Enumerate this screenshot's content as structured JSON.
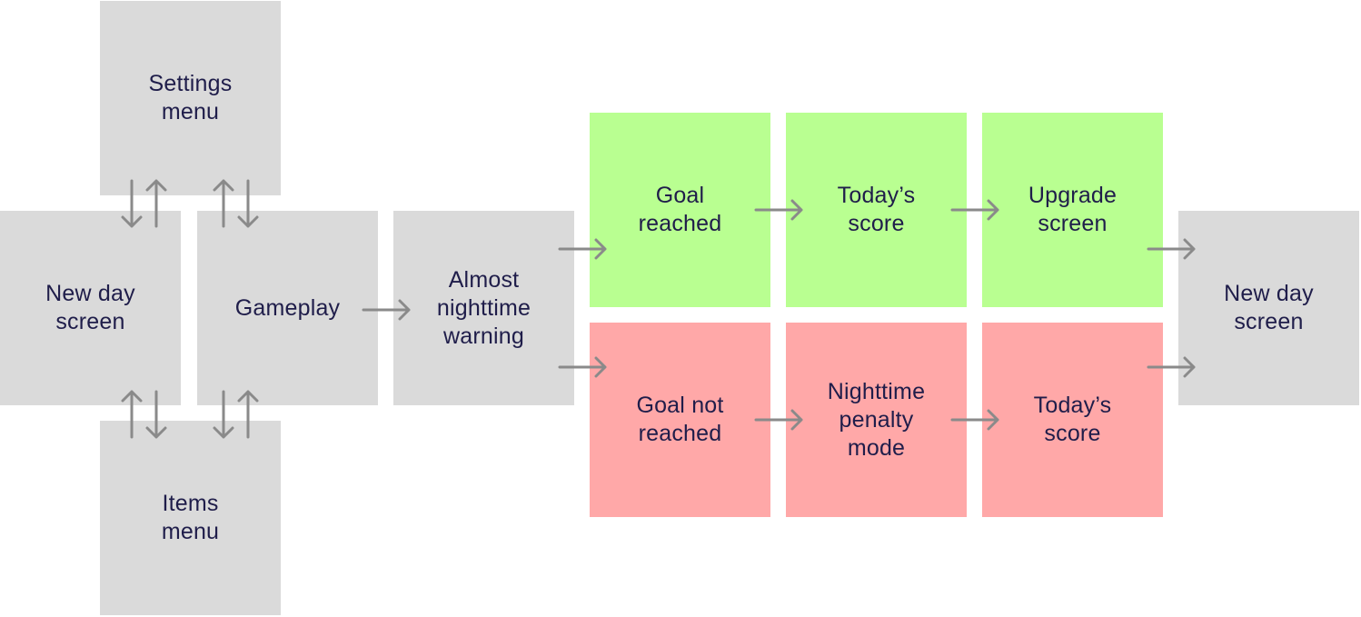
{
  "nodes": {
    "settings_menu": "Settings\nmenu",
    "new_day_screen_start": "New day\nscreen",
    "gameplay": "Gameplay",
    "items_menu": "Items\nmenu",
    "almost_nighttime_warning": "Almost\nnighttime\nwarning",
    "goal_reached": "Goal\nreached",
    "todays_score_success": "Today’s\nscore",
    "upgrade_screen": "Upgrade\nscreen",
    "goal_not_reached": "Goal not\nreached",
    "nighttime_penalty_mode": "Nighttime\npenalty\nmode",
    "todays_score_failure": "Today’s\nscore",
    "new_day_screen_end": "New day\nscreen"
  },
  "colors": {
    "neutral": "#dadada",
    "success": "#b9ff91",
    "failure": "#ffa8a8",
    "text": "#1f1d4a",
    "arrow": "#8a8a8a"
  },
  "edges": [
    {
      "from": "new_day_screen_start",
      "to": "settings_menu",
      "direction": "bidirectional"
    },
    {
      "from": "gameplay",
      "to": "settings_menu",
      "direction": "bidirectional"
    },
    {
      "from": "new_day_screen_start",
      "to": "items_menu",
      "direction": "bidirectional"
    },
    {
      "from": "gameplay",
      "to": "items_menu",
      "direction": "bidirectional"
    },
    {
      "from": "gameplay",
      "to": "almost_nighttime_warning",
      "direction": "forward"
    },
    {
      "from": "almost_nighttime_warning",
      "to": "goal_reached",
      "direction": "forward"
    },
    {
      "from": "almost_nighttime_warning",
      "to": "goal_not_reached",
      "direction": "forward"
    },
    {
      "from": "goal_reached",
      "to": "todays_score_success",
      "direction": "forward"
    },
    {
      "from": "todays_score_success",
      "to": "upgrade_screen",
      "direction": "forward"
    },
    {
      "from": "goal_not_reached",
      "to": "nighttime_penalty_mode",
      "direction": "forward"
    },
    {
      "from": "nighttime_penalty_mode",
      "to": "todays_score_failure",
      "direction": "forward"
    },
    {
      "from": "upgrade_screen",
      "to": "new_day_screen_end",
      "direction": "forward"
    },
    {
      "from": "todays_score_failure",
      "to": "new_day_screen_end",
      "direction": "forward"
    }
  ]
}
